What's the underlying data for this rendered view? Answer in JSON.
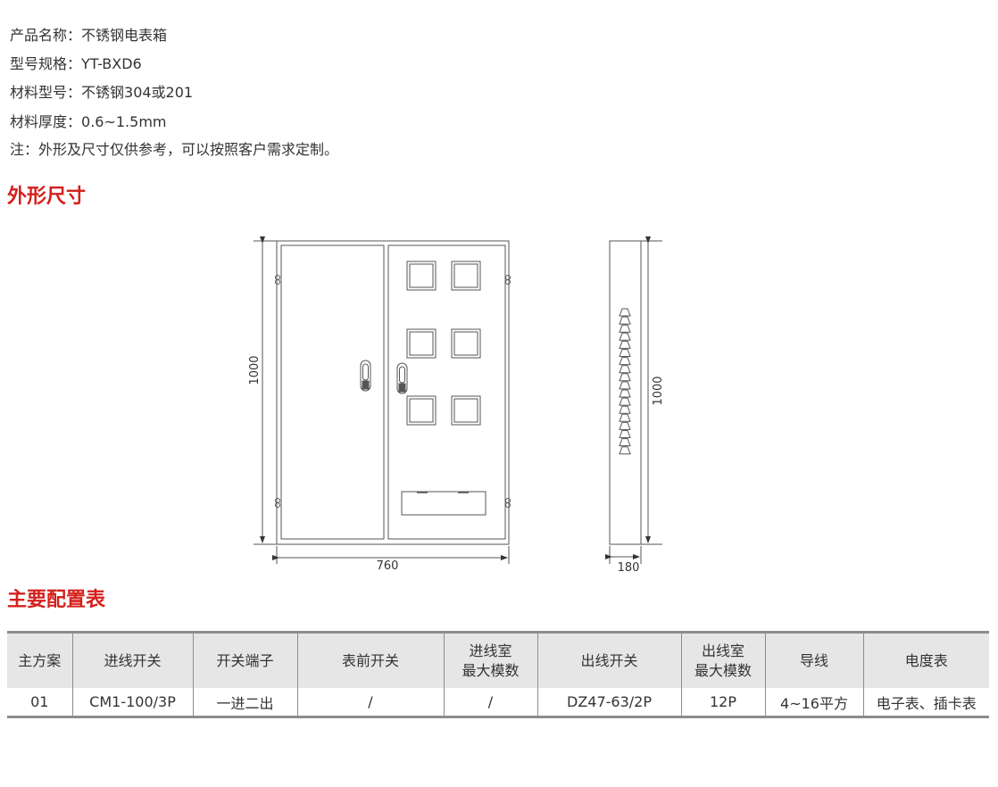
{
  "info": [
    {
      "label": "产品名称：",
      "value": "不锈钢电表箱"
    },
    {
      "label": "型号规格：",
      "value": "YT-BXD6"
    },
    {
      "label": "材料型号：",
      "value": "不锈钢304或201"
    },
    {
      "label": "材料厚度：",
      "value": "0.6~1.5mm"
    },
    {
      "label": "注：",
      "value": "外形及尺寸仅供参考，可以按照客户需求定制。"
    }
  ],
  "section_dimensions": "外形尺寸",
  "drawing": {
    "front_height": "1000",
    "front_width": "760",
    "side_height": "1000",
    "side_depth": "180"
  },
  "section_config": "主要配置表",
  "table": {
    "headers": [
      "主方案",
      "进线开关",
      "开关端子",
      "表前开关",
      "进线室\n最大模数",
      "出线开关",
      "出线室\n最大模数",
      "导线",
      "电度表"
    ],
    "rows": [
      [
        "01",
        "CM1-100/3P",
        "一进二出",
        "/",
        "/",
        "DZ47-63/2P",
        "12P",
        "4~16平方",
        "电子表、插卡表"
      ]
    ]
  },
  "colors": {
    "accent": "#d4201d",
    "border": "#8c8c8c",
    "header_bg": "#e6e6e6"
  }
}
